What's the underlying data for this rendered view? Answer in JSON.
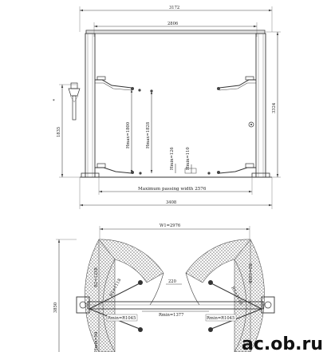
{
  "elevation": {
    "overall_width": "3172",
    "inner_width": "2806",
    "total_height": "3324",
    "base_height": "1835",
    "base_width": "3408",
    "drive_through": "Maximum passing width 2576",
    "h_max_arm": "Hmax=1800",
    "h_max_pad": "Hmax=1828",
    "h_min_arm": "Hmin=126",
    "h_min_pad": "Hmin=110"
  },
  "plan": {
    "width_top": "W1=2976",
    "depth": "3850",
    "arm_radius_left": "R1=1118",
    "arm_radius_right": "R1=1118",
    "arm_reach_left": "R2=1258",
    "arm_reach_right": "R2=1258",
    "center_dim": "220",
    "min_reach_label": "Rmin=1377",
    "arm_min_left": "Rmin=R1045",
    "arm_min_right": "Rmin=R1045",
    "bottom_left": "Hmin=94"
  },
  "watermark": "ac.ob.ru"
}
